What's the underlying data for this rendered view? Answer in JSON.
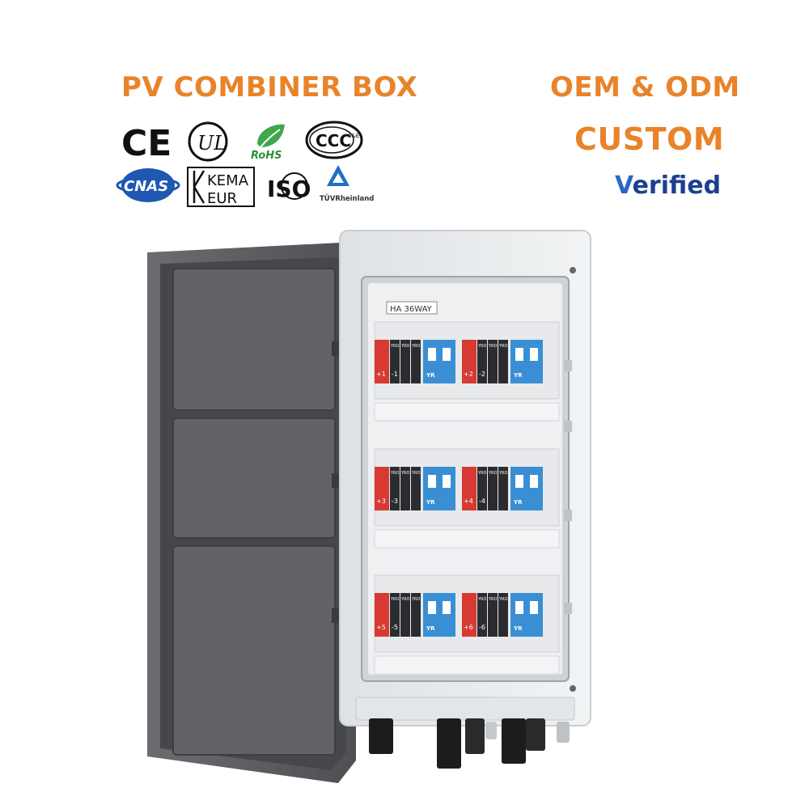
{
  "header": {
    "left_title": "PV COMBINER BOX",
    "right_title": "OEM & ODM",
    "right_subtitle": "CUSTOM",
    "verified_v": "V",
    "verified_rest": "erified"
  },
  "certifications": {
    "ce": "CE",
    "ul": "UL",
    "rohs": "RoHS",
    "ccc": "CCC",
    "ccc_sub": "S&E",
    "cnas": "CNAS",
    "kema_top": "KEMA",
    "kema_bottom": "EUR",
    "iso": "ISO",
    "tuv": "TÜVRheinland"
  },
  "product": {
    "panel_label": "HA 36WAY",
    "module_brand": "YRO",
    "module_small": "YR",
    "polarity_labels": [
      "+1",
      "-1",
      "+2",
      "-2",
      "+3",
      "-3",
      "+4",
      "-4",
      "+5",
      "-5",
      "+6",
      "-6"
    ]
  },
  "colors": {
    "accent_orange": "#e9832a",
    "verified_blue": "#1d3f8f",
    "door_gray": "#5d5f62",
    "enclosure": "#e6e8ea",
    "fuse_red": "#d63a33",
    "breaker_blue": "#3a8fd4"
  }
}
